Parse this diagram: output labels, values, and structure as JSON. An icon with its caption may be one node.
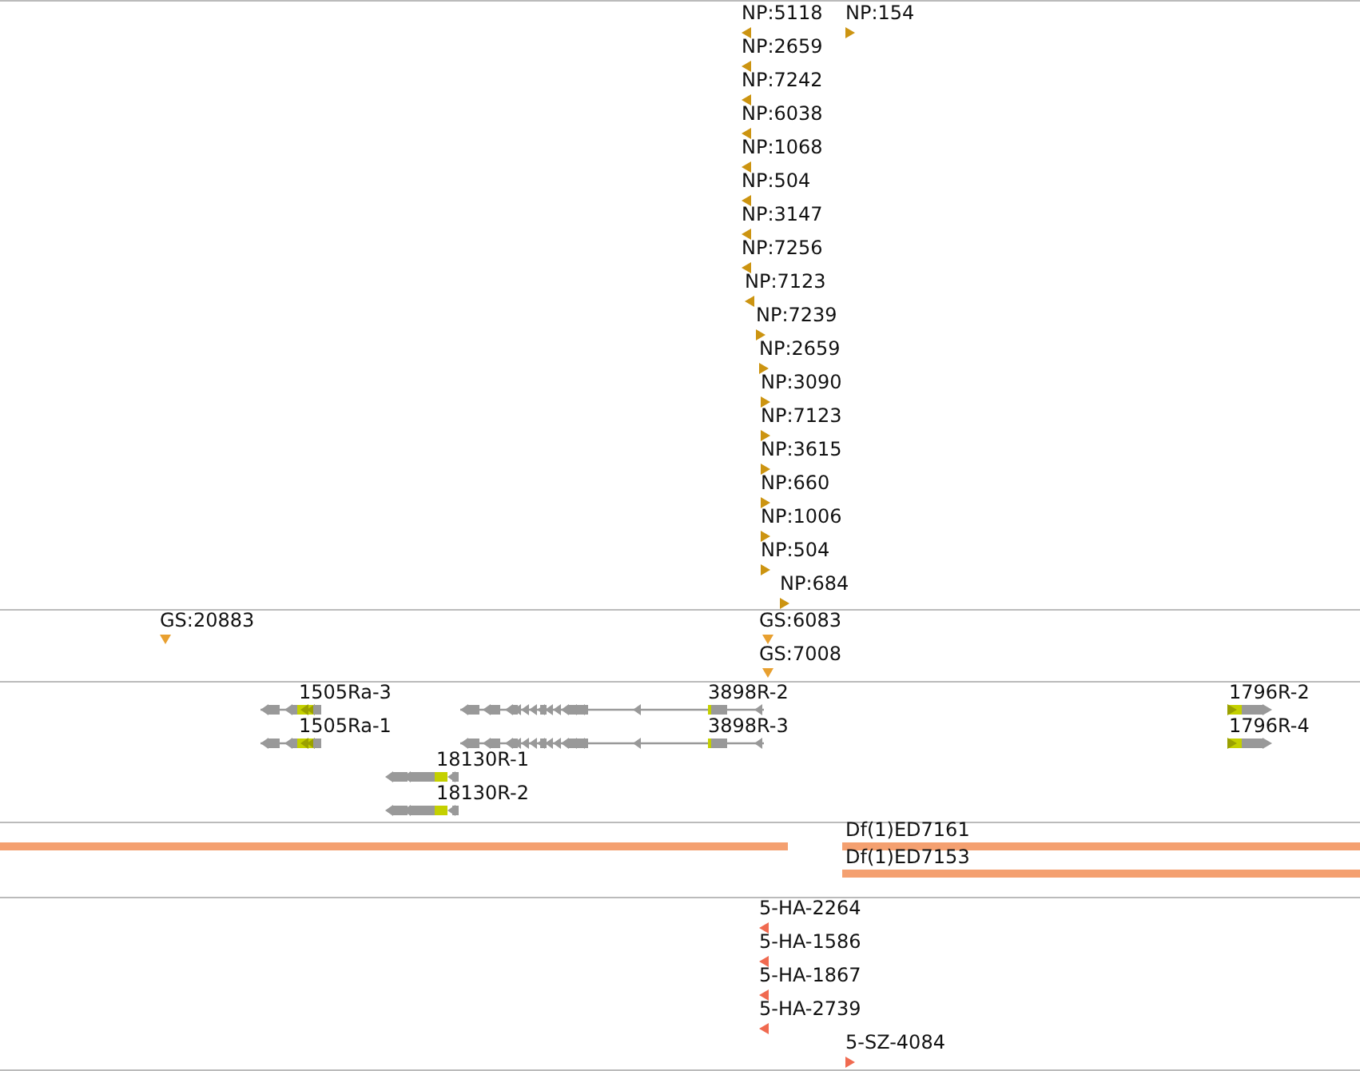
{
  "diagram": {
    "labels": [
      "NP:5118",
      "NP:154",
      "NP:2659",
      "NP:7242",
      "NP:6038",
      "NP:1068",
      "NP:504",
      "NP:3147",
      "NP:7256",
      "NP:7123",
      "NP:7239",
      "NP:2659",
      "NP:3090",
      "NP:7123",
      "NP:3615",
      "NP:660",
      "NP:1006",
      "NP:504",
      "NP:684",
      "GS:20883",
      "GS:6083",
      "GS:7008",
      "1505Ra-3",
      "3898R-2",
      "1796R-2",
      "1505Ra-1",
      "3898R-3",
      "1796R-4",
      "18130R-1",
      "18130R-2",
      "Df(1)ED7161",
      "Df(1)ED7153",
      "5-HA-2264",
      "5-HA-1586",
      "5-HA-1867",
      "5-HA-2739",
      "5-SZ-4084"
    ]
  }
}
